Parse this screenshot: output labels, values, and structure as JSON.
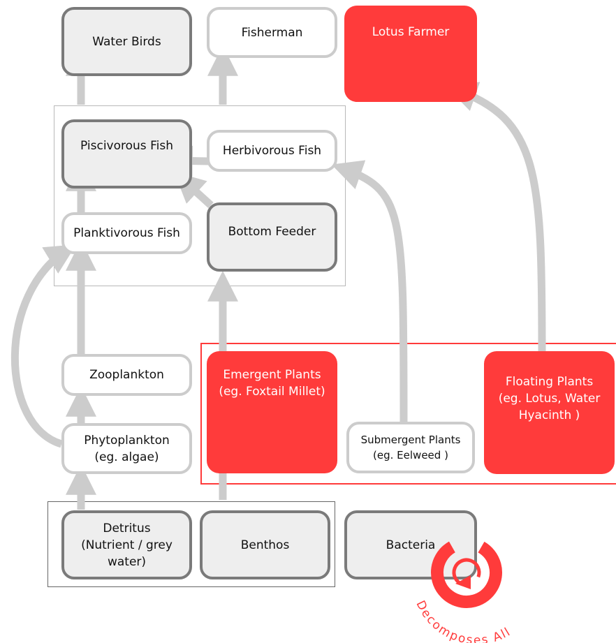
{
  "nodes": {
    "water_birds": "Water Birds",
    "fisherman": "Fisherman",
    "lotus_farmer": "Lotus Farmer",
    "piscivorous_fish": "Piscivorous Fish",
    "herbivorous_fish": "Herbivorous Fish",
    "planktivorous_fish": "Planktivorous Fish",
    "bottom_feeder": "Bottom Feeder",
    "zooplankton": "Zooplankton",
    "phytoplankton": [
      "Phytoplankton",
      "(eg. algae)"
    ],
    "emergent_plants": [
      "Emergent Plants",
      "(eg. Foxtail Millet)"
    ],
    "submergent_plants": [
      "Submergent Plants",
      "(eg. Eelweed )"
    ],
    "floating_plants": [
      "Floating Plants",
      "(eg. Lotus, Water",
      "Hyacinth )"
    ],
    "detritus": [
      "Detritus",
      "(Nutrient / grey",
      "water)"
    ],
    "benthos": "Benthos",
    "bacteria": "Bacteria"
  },
  "decomposer_label": "Decomposes All",
  "colors": {
    "red": "#ff3b3b",
    "gray_fill": "#eeeeee",
    "gray_border": "#7a7a7a",
    "light_border": "#cccccc",
    "arrow": "#cccccc"
  }
}
